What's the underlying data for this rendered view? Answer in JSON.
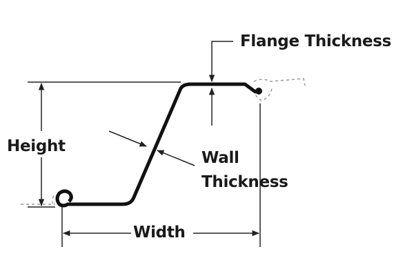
{
  "diagram": {
    "subject": "Z-shaped sheet pile cross-section",
    "labels": {
      "flange_thickness": "Flange Thickness",
      "height": "Height",
      "wall_line1": "Wall",
      "wall_line2": "Thickness",
      "width": "Width"
    },
    "colors": {
      "profile": "#111111",
      "dimension_line": "#222222",
      "dashed_adjacent": "#999999",
      "background": "#ffffff"
    }
  }
}
